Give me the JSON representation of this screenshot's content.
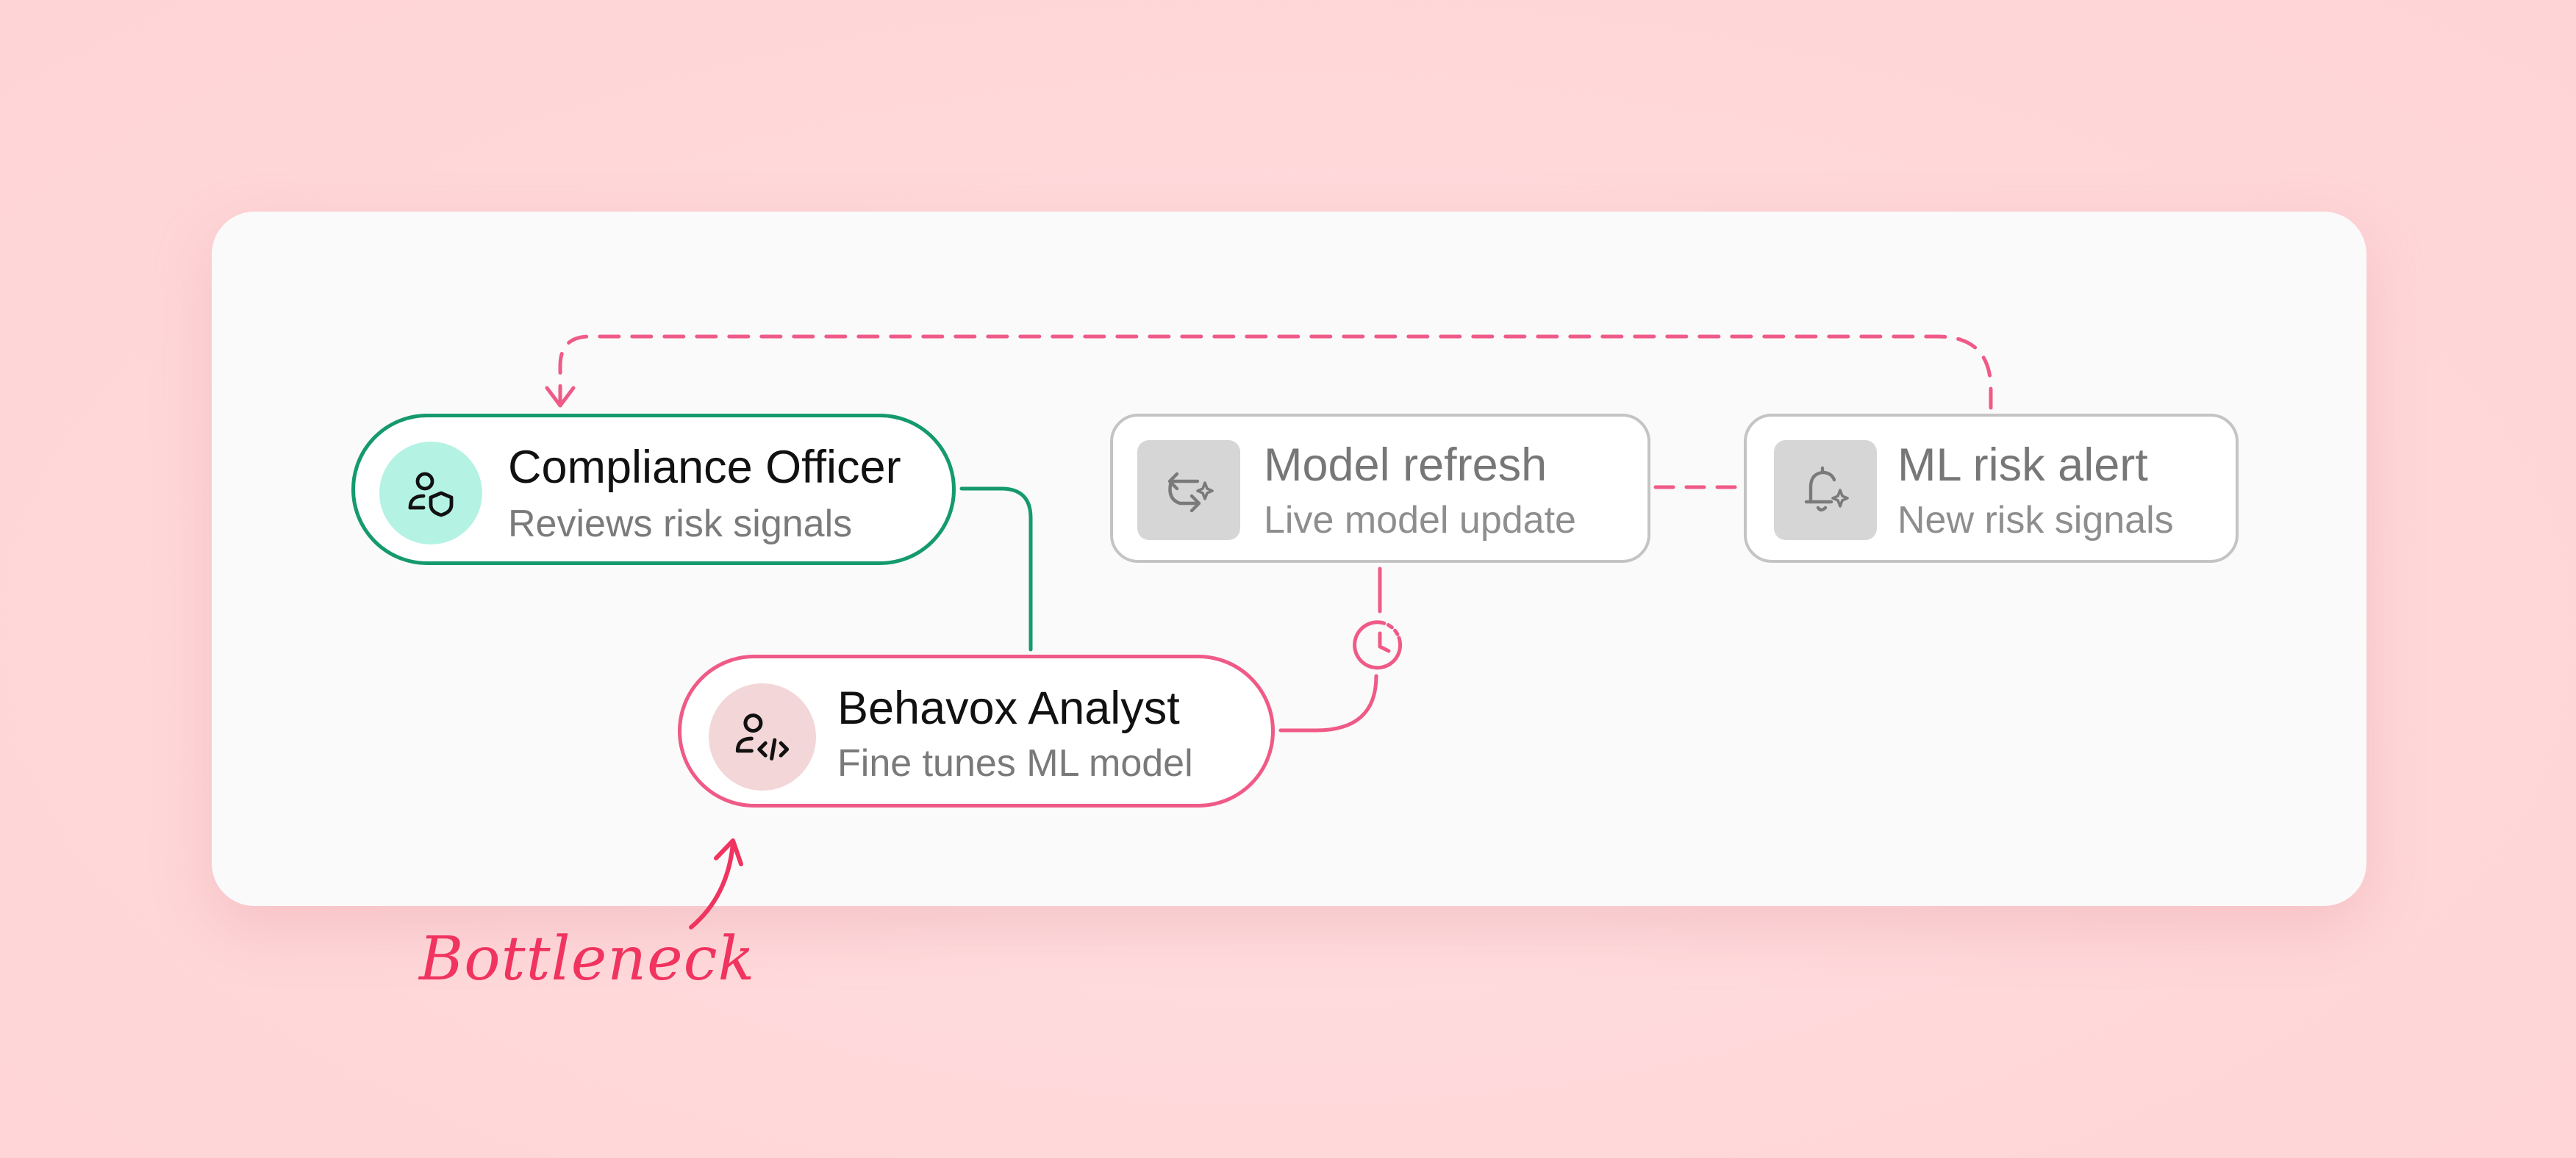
{
  "colors": {
    "background": "#ffd8da",
    "card": "#fafafa",
    "active_green": "#149a6e",
    "accent_pink": "#ef5a87",
    "inactive_gray": "#c4c4c4",
    "annotation_red": "#f0345f"
  },
  "nodes": [
    {
      "id": "compliance_officer",
      "title": "Compliance Officer",
      "subtitle": "Reviews risk signals",
      "icon": "user-shield-icon",
      "state": "active"
    },
    {
      "id": "behavox_analyst",
      "title": "Behavox Analyst",
      "subtitle": "Fine tunes ML model",
      "icon": "user-code-icon",
      "state": "highlighted"
    },
    {
      "id": "model_refresh",
      "title": "Model refresh",
      "subtitle": "Live model update",
      "icon": "refresh-sparkle-icon",
      "state": "inactive"
    },
    {
      "id": "ml_risk_alert",
      "title": "ML risk alert",
      "subtitle": "New risk signals",
      "icon": "bell-sparkle-icon",
      "state": "inactive"
    }
  ],
  "edges": [
    {
      "from": "compliance_officer",
      "to": "behavox_analyst",
      "style": "solid",
      "color": "#149a6e"
    },
    {
      "from": "behavox_analyst",
      "to": "model_refresh",
      "style": "solid-with-timer",
      "color": "#ef5a87",
      "icon": "clock-refresh-icon"
    },
    {
      "from": "model_refresh",
      "to": "ml_risk_alert",
      "style": "dashed",
      "color": "#ef5a87"
    },
    {
      "from": "ml_risk_alert",
      "to": "compliance_officer",
      "style": "dashed-arrow",
      "color": "#ef5a87"
    }
  ],
  "annotation": {
    "label": "Bottleneck",
    "target": "behavox_analyst",
    "icon": "curved-arrow-icon"
  }
}
